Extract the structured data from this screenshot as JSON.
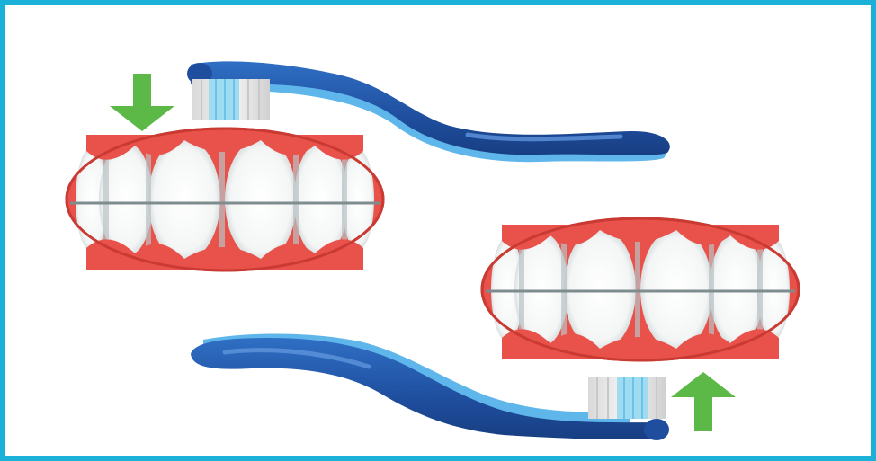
{
  "illustration": {
    "subject": "toothbrush-brushing-direction",
    "panels": [
      {
        "jaw": "upper",
        "arrow_direction": "down",
        "arrow_icon": "arrow-down-icon"
      },
      {
        "jaw": "lower",
        "arrow_direction": "up",
        "arrow_icon": "arrow-up-icon"
      }
    ]
  },
  "colors": {
    "frame": "#1ab0d8",
    "gums": "#e8524a",
    "gum_outline": "#c93a33",
    "tooth": "#ffffff",
    "tooth_shadow": "#b9c2c4",
    "bite_line": "#7f8c8d",
    "arrow": "#5cb947",
    "brush_dark": "#1f4e9e",
    "brush_mid": "#2f6fc4",
    "brush_light": "#5fb6ea",
    "bristle": "#e6e6e6",
    "bristle_accent": "#7fd0ef"
  }
}
